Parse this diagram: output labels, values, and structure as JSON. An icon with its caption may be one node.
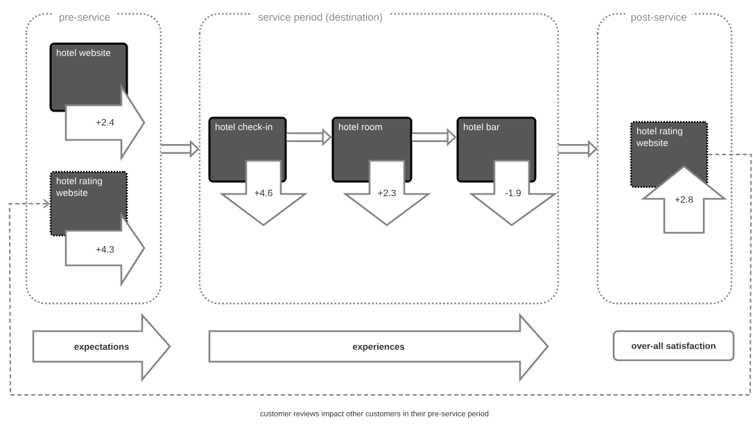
{
  "diagram": {
    "nodes": [
      {
        "text": [
          "pre-service"
        ]
      },
      {
        "text": [
          "hotel website"
        ],
        "in": 0
      },
      {
        "text": [
          "+2.4"
        ],
        "in": 0
      },
      {
        "text": [
          "hotel rating website"
        ],
        "in": 0
      },
      {
        "text": [
          "+4.3"
        ],
        "in": 0
      },
      {
        "text": [
          "service period (destination)"
        ]
      },
      {
        "text": [
          "hotel check-in"
        ],
        "in": 5
      },
      {
        "text": [
          "+4.6"
        ],
        "in": 5
      },
      {
        "text": [
          "hotel room"
        ],
        "in": 5
      },
      {
        "text": [
          "+2.3"
        ],
        "in": 5
      },
      {
        "text": [
          "hotel bar"
        ],
        "in": 5
      },
      {
        "text": [
          "-1.9"
        ],
        "in": 5
      },
      {
        "text": [
          "post-service"
        ]
      },
      {
        "text": [
          "hotel rating website"
        ],
        "in": 12
      },
      {
        "text": [
          "+2.8"
        ],
        "in": 12
      },
      {
        "text": [
          "expectations"
        ]
      },
      {
        "text": [
          "experiences"
        ]
      },
      {
        "text": [
          "over-all satisfaction"
        ]
      }
    ],
    "edges": [
      {
        "from": 0,
        "to": 5,
        "arrow": "to"
      },
      {
        "from": 6,
        "to": 8,
        "arrow": "to"
      },
      {
        "from": 8,
        "to": 10,
        "arrow": "to"
      },
      {
        "from": 5,
        "to": 12,
        "arrow": "to"
      },
      {
        "from": 13,
        "to": 3,
        "arrow": "to",
        "style": "dashed",
        "label": "customer reviews impact other customers in their pre-service period"
      }
    ]
  }
}
